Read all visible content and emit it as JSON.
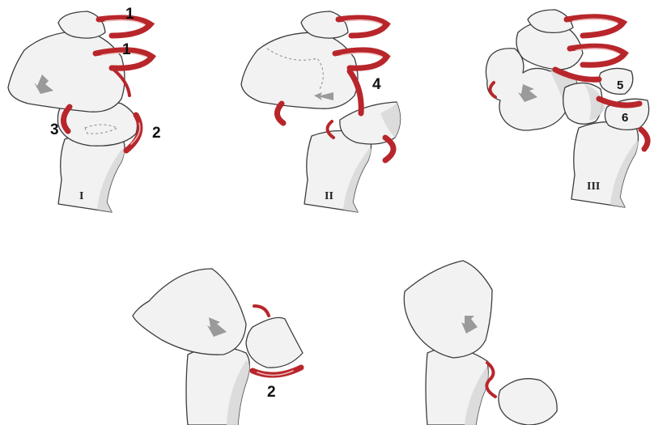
{
  "figure": {
    "panels": [
      {
        "id": "I",
        "stage_label": "I",
        "ligament_labels": [
          "1",
          "1",
          "3",
          "2"
        ]
      },
      {
        "id": "II",
        "stage_label": "II",
        "ligament_labels": [
          "4"
        ]
      },
      {
        "id": "III",
        "stage_label": "III",
        "ligament_labels": [
          "5",
          "6"
        ]
      },
      {
        "id": "IV",
        "stage_label": "",
        "ligament_labels": [
          "2"
        ]
      },
      {
        "id": "V",
        "stage_label": "",
        "ligament_labels": []
      }
    ]
  },
  "colors": {
    "ligament": "#b8262b",
    "bone_fill": "#f2f2f2",
    "bone_outline": "#3c3c3c",
    "arrow": "#9a9a9a"
  }
}
